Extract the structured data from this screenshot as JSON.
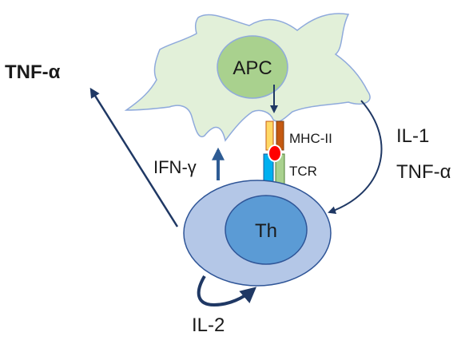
{
  "labels": {
    "tnf_left": "TNF-α",
    "apc": "APC",
    "th": "Th",
    "mhc": "MHC-II",
    "tcr": "TCR",
    "ifn": "IFN-γ",
    "il1": "IL-1",
    "tnf_right": "TNF-α",
    "il2": "IL-2"
  },
  "colors": {
    "apc_body": "#e2f0d9",
    "apc_outline": "#8faadc",
    "apc_nucleus": "#a9d18e",
    "apc_nucleus_outline": "#8faadc",
    "apc_text": "#548235",
    "th_outer": "#b4c7e7",
    "th_outline": "#2f5597",
    "th_nucleus": "#5b9bd5",
    "th_text": "#0033cc",
    "arrow": "#1f3864",
    "ifn_arrow": "#2e5c94",
    "mhc_left": "#ffd966",
    "mhc_right": "#c55a11",
    "tcr_left": "#00b0f0",
    "tcr_right": "#a9d18e",
    "antigen": "#ff0000"
  }
}
